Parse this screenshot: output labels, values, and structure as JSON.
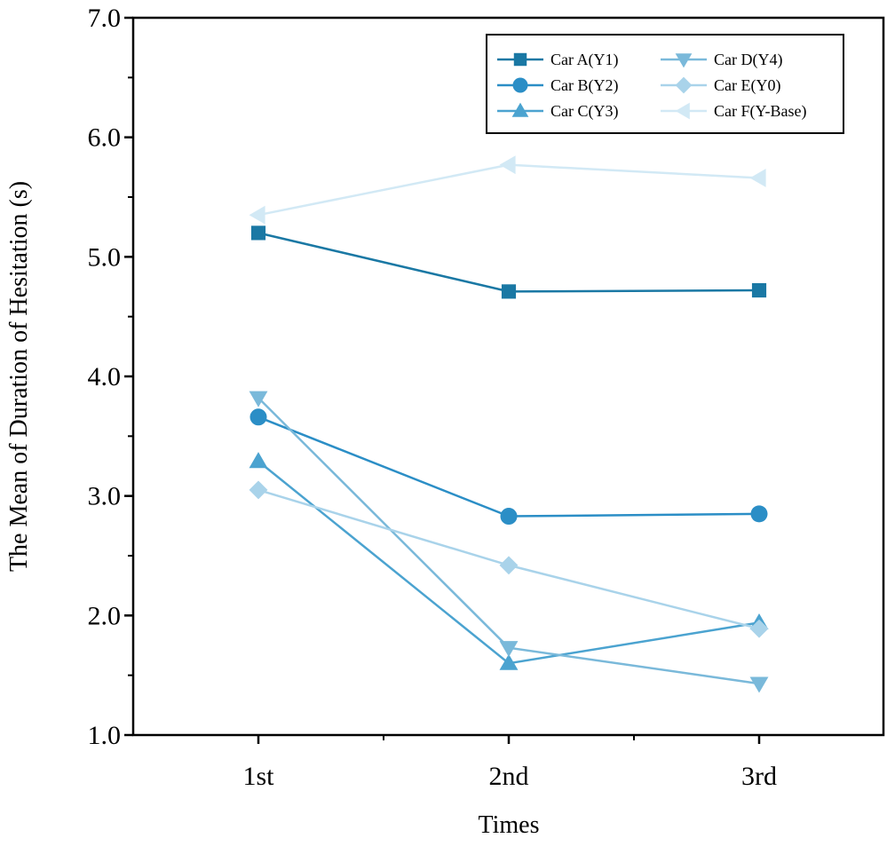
{
  "chart_data": {
    "type": "line",
    "categories": [
      "1st",
      "2nd",
      "3rd"
    ],
    "xlabel": "Times",
    "ylabel": "The Mean of Duration of Hesitation (s)",
    "ylim": [
      1.0,
      7.0
    ],
    "yticks": [
      "1.0",
      "2.0",
      "3.0",
      "4.0",
      "5.0",
      "6.0",
      "7.0"
    ],
    "legend_position": "top-right",
    "series": [
      {
        "name": "Car A(Y1)",
        "values": [
          5.2,
          4.71,
          4.72
        ],
        "color": "#1a78a4",
        "marker": "square"
      },
      {
        "name": "Car B(Y2)",
        "values": [
          3.66,
          2.83,
          2.85
        ],
        "color": "#2b8ec6",
        "marker": "circle"
      },
      {
        "name": "Car C(Y3)",
        "values": [
          3.29,
          1.6,
          1.94
        ],
        "color": "#4ba3d0",
        "marker": "triangle-up"
      },
      {
        "name": "Car D(Y4)",
        "values": [
          3.82,
          1.73,
          1.43
        ],
        "color": "#7ab9da",
        "marker": "triangle-down"
      },
      {
        "name": "Car E(Y0)",
        "values": [
          3.05,
          2.42,
          1.89
        ],
        "color": "#a9d3ea",
        "marker": "diamond"
      },
      {
        "name": "Car F(Y-Base)",
        "values": [
          5.35,
          5.77,
          5.66
        ],
        "color": "#d2e9f5",
        "marker": "triangle-left"
      }
    ]
  }
}
